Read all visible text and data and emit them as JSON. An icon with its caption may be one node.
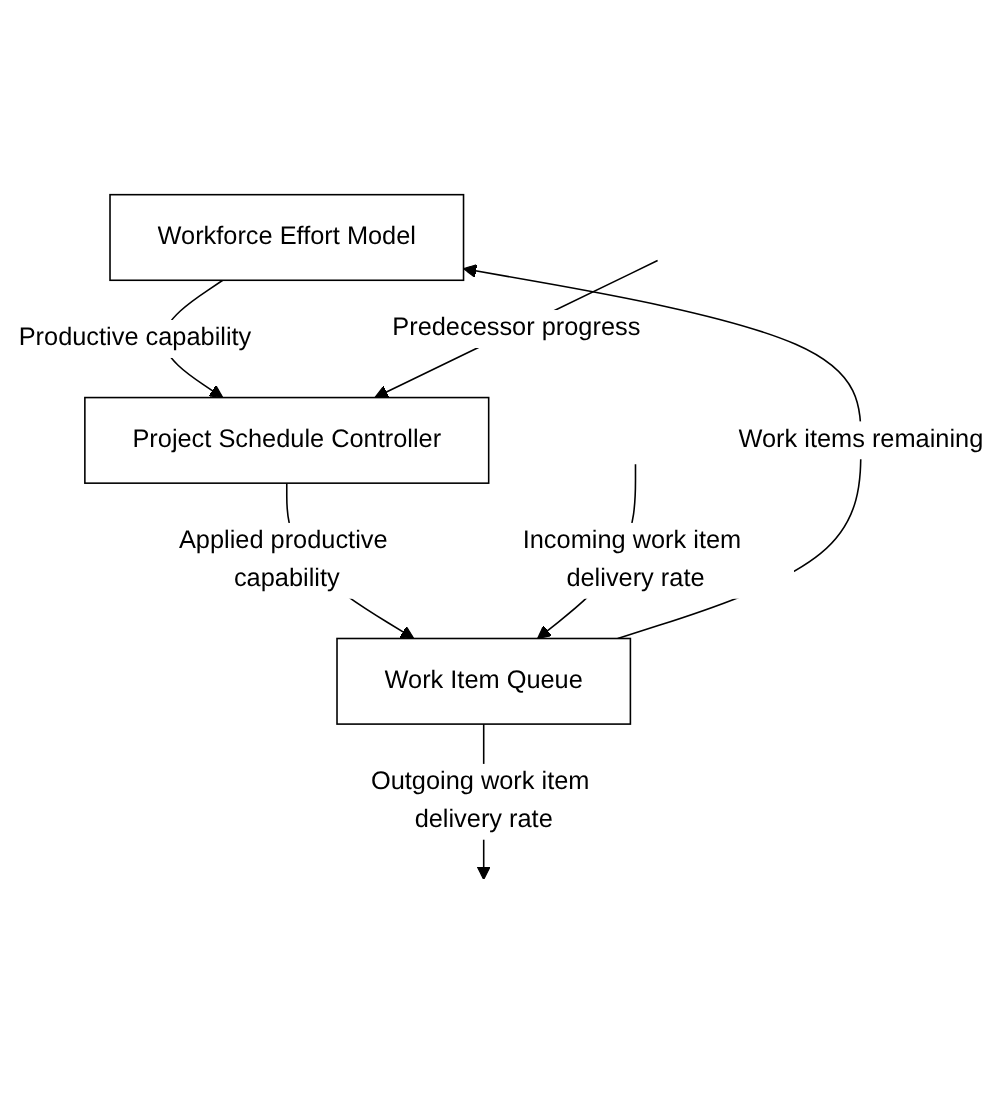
{
  "diagram": {
    "nodes": [
      {
        "text": [
          "Workforce Effort Model"
        ]
      },
      {
        "text": [
          "Project Schedule Controller"
        ]
      },
      {
        "text": [
          "Work Item Queue"
        ]
      }
    ],
    "edges": [
      {
        "from": 2,
        "to": 0,
        "label": "Work items remaining",
        "arrow": "to"
      },
      {
        "from": 0,
        "to": 1,
        "label": "Productive capability",
        "arrow": "to"
      },
      {
        "from": null,
        "to": 1,
        "label": "Predecessor progress",
        "arrow": "to"
      },
      {
        "from": 1,
        "to": 2,
        "label": "Applied productive capability",
        "arrow": "to"
      },
      {
        "from": null,
        "to": 2,
        "label": "Incoming work item delivery rate",
        "arrow": "to"
      },
      {
        "from": 2,
        "to": null,
        "label": "Outgoing work item delivery rate",
        "arrow": "to"
      }
    ]
  }
}
